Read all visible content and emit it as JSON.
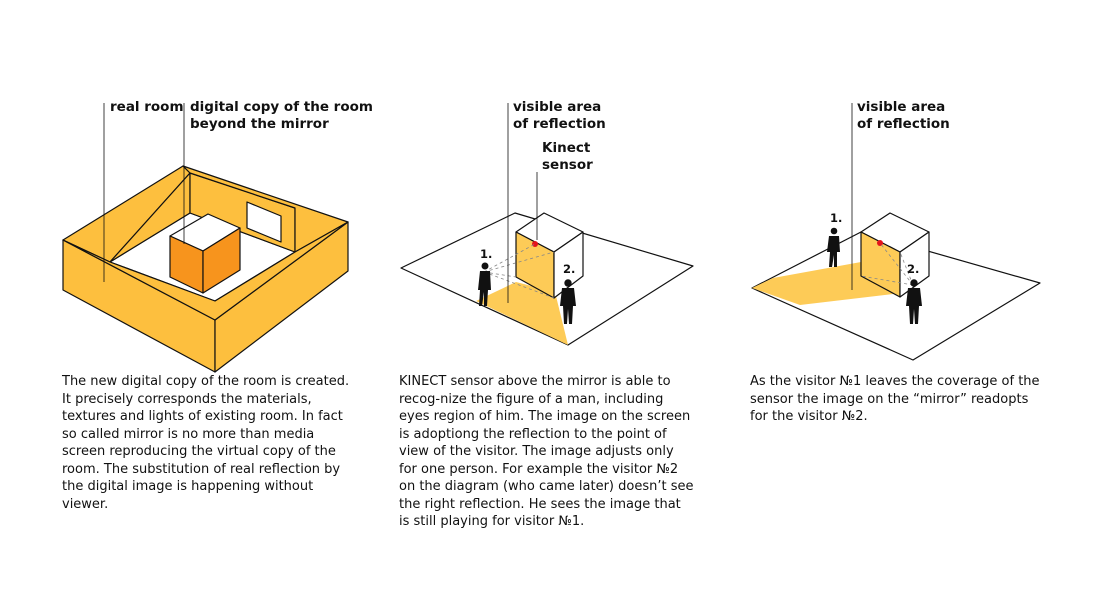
{
  "panels": [
    {
      "labels": {
        "real_room": "real room",
        "digital_copy_line1": "digital copy of the room",
        "digital_copy_line2": "beyond the mirror"
      },
      "description": "The new digital copy of the room is created. It precisely corresponds the materials, textures and lights of existing room. In fact so called mirror is no more than media screen reproducing the virtual copy of the room. The substitution of real reflection by the digital image is happening without viewer."
    },
    {
      "labels": {
        "visible_area_line1": "visible area",
        "visible_area_line2": "of reflection",
        "kinect_line1": "Kinect",
        "kinect_line2": "sensor",
        "visitor1": "1.",
        "visitor2": "2."
      },
      "description": "KINECT sensor above the mirror  is able to recog-nize the figure of a man, including eyes region of him. The image on the screen is adoptiong the reflection to the point of view of the visitor.  The image adjusts only for one person. For example the visitor №2 on the diagram (who came later) doesn’t see the right reflection. He sees the image that is still playing for visitor №1."
    },
    {
      "labels": {
        "visible_area_line1": "visible area",
        "visible_area_line2": "of reflection",
        "visitor1": "1.",
        "visitor2": "2."
      },
      "description": "As the visitor №1 leaves the coverage of the sensor the image on the “mirror” readopts for the visitor №2."
    }
  ],
  "colors": {
    "room_yellow": "#FDBF3E",
    "cube_orange": "#F7941D",
    "reflection_yellow": "#FDCB57",
    "sensor_red": "#E4141B",
    "outline": "#111111"
  }
}
